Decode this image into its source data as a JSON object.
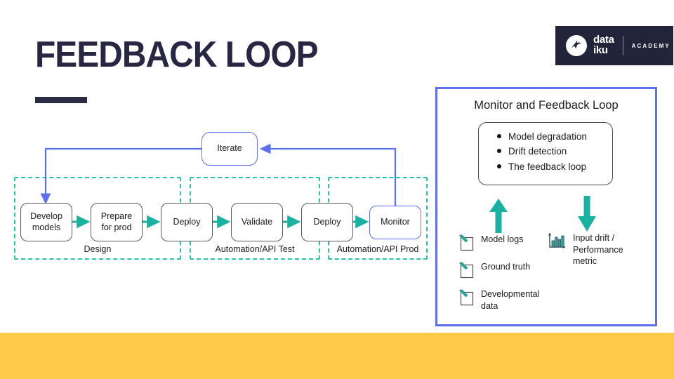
{
  "slide": {
    "title": "FEEDBACK LOOP",
    "background_color": "#ffffff",
    "band_color": "#ffc949",
    "accent_blue": "#5b6ff0",
    "accent_teal": "#19b2a0",
    "zone_dash_color": "#27c3ad",
    "title_color": "#272744"
  },
  "logo": {
    "brand_line1": "data",
    "brand_line2": "iku",
    "sub": "ACADEMY",
    "icon": "dataiku-bird-icon",
    "background": "#222539"
  },
  "flow": {
    "iterate_label": "Iterate",
    "nodes": [
      {
        "id": "develop",
        "label": "Develop\nmodels",
        "line1": "Develop",
        "line2": "models"
      },
      {
        "id": "prepare",
        "label": "Prepare\nfor prod",
        "line1": "Prepare",
        "line2": "for prod"
      },
      {
        "id": "deploy1",
        "label": "Deploy",
        "line1": "Deploy",
        "line2": ""
      },
      {
        "id": "validate",
        "label": "Validate",
        "line1": "Validate",
        "line2": ""
      },
      {
        "id": "deploy2",
        "label": "Deploy",
        "line1": "Deploy",
        "line2": ""
      },
      {
        "id": "monitor",
        "label": "Monitor",
        "line1": "Monitor",
        "line2": ""
      }
    ],
    "zones": [
      {
        "id": "design",
        "label": "Design"
      },
      {
        "id": "test",
        "label": "Automation/API Test"
      },
      {
        "id": "prod",
        "label": "Automation/API Prod"
      }
    ]
  },
  "panel": {
    "title": "Monitor and Feedback Loop",
    "card_items": [
      "Model degradation",
      "Drift detection",
      "The feedback loop"
    ],
    "inputs": [
      {
        "icon": "note-pencil-icon",
        "label": "Model logs"
      },
      {
        "icon": "note-pencil-icon",
        "label": "Ground truth"
      },
      {
        "icon": "note-pencil-icon",
        "label": "Developmental\ndata",
        "line1": "Developmental",
        "line2": "data"
      }
    ],
    "outputs": [
      {
        "icon": "bar-chart-icon",
        "label": "Input drift /\nPerformance\nmetric",
        "line1": "Input drift /",
        "line2": "Performance",
        "line3": "metric"
      }
    ],
    "arrow_up": "arrow-up-icon",
    "arrow_down": "arrow-down-icon"
  }
}
